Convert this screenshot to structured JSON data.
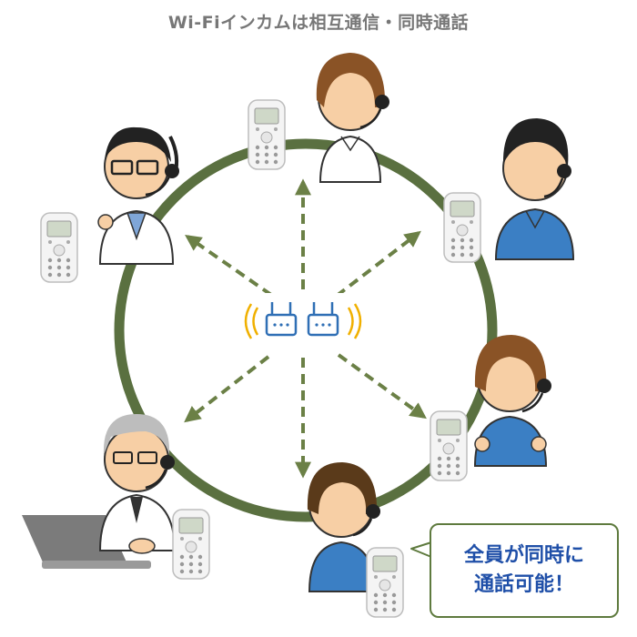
{
  "title": "Wi-Fiインカムは相互通信・同時通話",
  "callout": {
    "line1": "全員が同時に",
    "line2": "通話可能！"
  },
  "colors": {
    "ring": "#5a7040",
    "arrow": "#6b8046",
    "callout_text": "#1f4fa8",
    "callout_border": "#5e7a3e",
    "router": "#2f6fb5",
    "signal": "#f0b000",
    "scrubs": "#3b7fc4"
  }
}
